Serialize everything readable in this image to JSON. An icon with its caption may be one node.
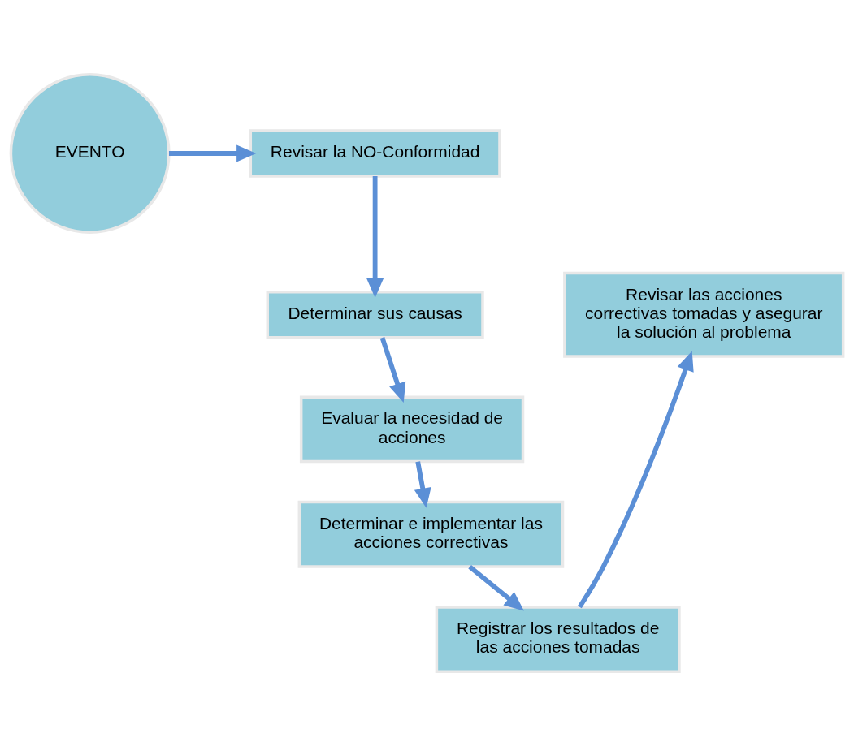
{
  "diagram": {
    "nodes": [
      {
        "text": [
          "EVENTO"
        ]
      },
      {
        "text": [
          "Revisar la NO-Conformidad"
        ]
      },
      {
        "text": [
          "Determinar sus causas"
        ]
      },
      {
        "text": [
          "Evaluar la necesidad de acciones"
        ]
      },
      {
        "text": [
          "Determinar e implementar las acciones correctivas"
        ]
      },
      {
        "text": [
          "Registrar los resultados de las acciones tomadas"
        ]
      },
      {
        "text": [
          "Revisar las acciones correctivas tomadas y asegurar la solución al problema"
        ]
      }
    ],
    "edges": [
      {
        "from": 0,
        "to": 1,
        "arrow": "to"
      },
      {
        "from": 1,
        "to": 2,
        "arrow": "to"
      },
      {
        "from": 2,
        "to": 3,
        "arrow": "to"
      },
      {
        "from": 3,
        "to": 4,
        "arrow": "to"
      },
      {
        "from": 4,
        "to": 5,
        "arrow": "to"
      },
      {
        "from": 5,
        "to": 6,
        "arrow": "to"
      }
    ]
  }
}
